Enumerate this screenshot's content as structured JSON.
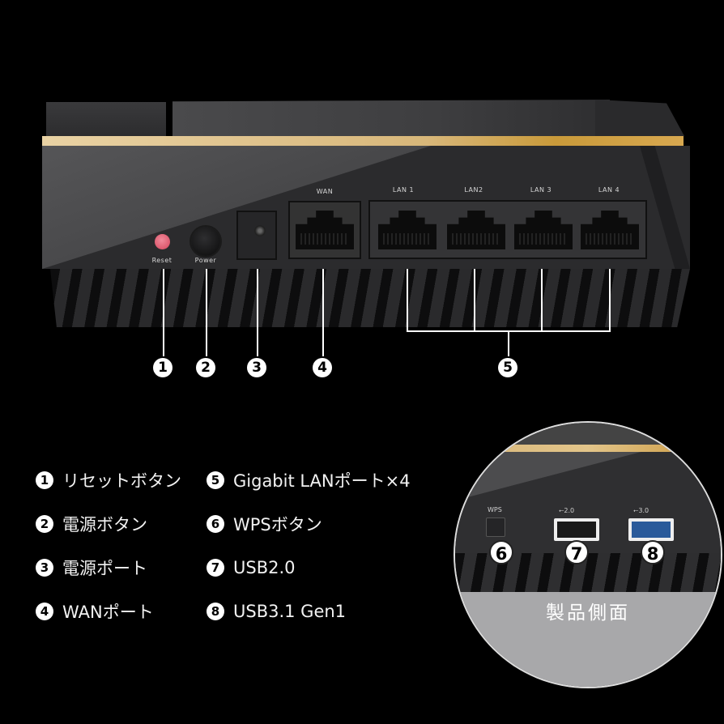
{
  "main_diagram": {
    "port_labels": {
      "reset": "Reset",
      "power": "Power",
      "wan": "WAN",
      "lan1": "LAN 1",
      "lan2": "LAN2",
      "lan3": "LAN 3",
      "lan4": "LAN 4"
    },
    "callouts": [
      "1",
      "2",
      "3",
      "4",
      "5"
    ]
  },
  "legend": {
    "left": [
      {
        "num": "1",
        "label": "リセットボタン"
      },
      {
        "num": "2",
        "label": "電源ボタン"
      },
      {
        "num": "3",
        "label": "電源ポート"
      },
      {
        "num": "4",
        "label": "WANポート"
      }
    ],
    "right": [
      {
        "num": "5",
        "label": "Gigabit LANポート×4"
      },
      {
        "num": "6",
        "label": "WPSボタン"
      },
      {
        "num": "7",
        "label": "USB2.0"
      },
      {
        "num": "8",
        "label": "USB3.1 Gen1"
      }
    ]
  },
  "inset": {
    "caption": "製品側面",
    "labels": {
      "wps": "WPS",
      "usb2": "⭠2.0",
      "usb3": "⭠3.0"
    },
    "callouts": [
      "6",
      "7",
      "8"
    ]
  },
  "colors": {
    "background": "#000000",
    "router_body": "#2b2b2d",
    "gold_accent": "#d8b77a",
    "reset_button": "#d4455c",
    "usb3_port": "#2a5a9a"
  }
}
